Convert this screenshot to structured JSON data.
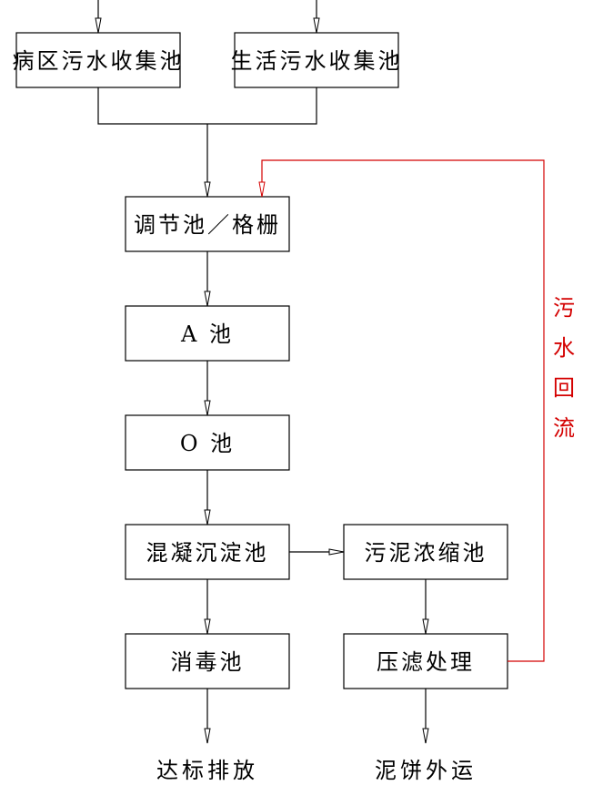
{
  "nodes": {
    "ward": "病区污水收集池",
    "domestic": "生活污水收集池",
    "regulating": "调节池／格栅",
    "a_tank": "A 池",
    "o_tank": "O 池",
    "coag": "混凝沉淀池",
    "sludge_thick": "污泥浓缩池",
    "disinfect": "消毒池",
    "press": "压滤处理"
  },
  "outputs": {
    "discharge": "达标排放",
    "cake": "泥饼外运"
  },
  "return_label": [
    "污",
    "水",
    "回",
    "流"
  ],
  "colors": {
    "line": "#000000",
    "return_line": "#d40000"
  }
}
